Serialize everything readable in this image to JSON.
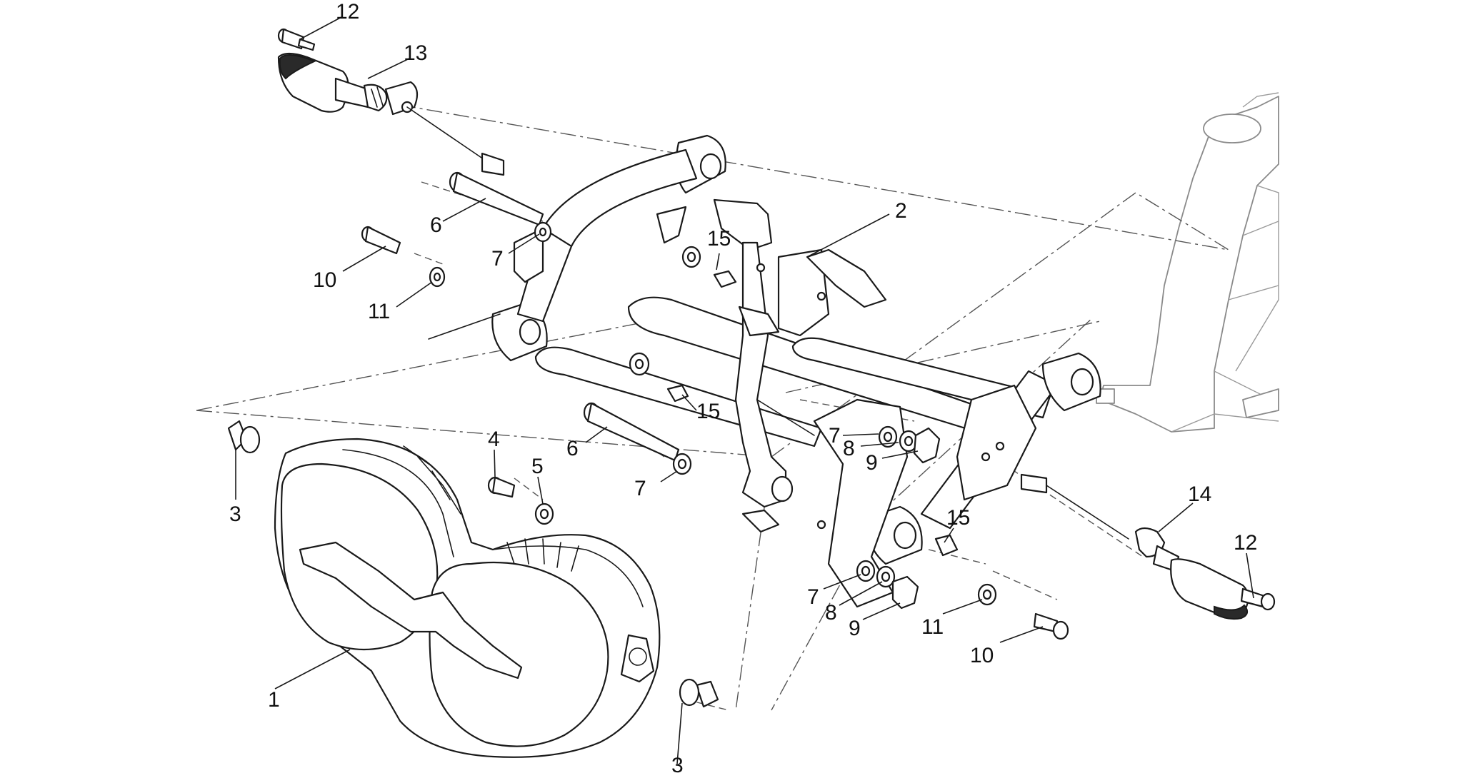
{
  "diagram": {
    "callouts": [
      {
        "id": "c12a",
        "label": "12"
      },
      {
        "id": "c13",
        "label": "13"
      },
      {
        "id": "c6a",
        "label": "6"
      },
      {
        "id": "c7a",
        "label": "7"
      },
      {
        "id": "c10a",
        "label": "10"
      },
      {
        "id": "c11a",
        "label": "11"
      },
      {
        "id": "c15a",
        "label": "15"
      },
      {
        "id": "c2",
        "label": "2"
      },
      {
        "id": "c15b",
        "label": "15"
      },
      {
        "id": "c6b",
        "label": "6"
      },
      {
        "id": "c4",
        "label": "4"
      },
      {
        "id": "c5",
        "label": "5"
      },
      {
        "id": "c3a",
        "label": "3"
      },
      {
        "id": "c7b",
        "label": "7"
      },
      {
        "id": "c7c",
        "label": "7"
      },
      {
        "id": "c8a",
        "label": "8"
      },
      {
        "id": "c9a",
        "label": "9"
      },
      {
        "id": "c15c",
        "label": "15"
      },
      {
        "id": "c14",
        "label": "14"
      },
      {
        "id": "c12b",
        "label": "12"
      },
      {
        "id": "c7d",
        "label": "7"
      },
      {
        "id": "c8b",
        "label": "8"
      },
      {
        "id": "c9b",
        "label": "9"
      },
      {
        "id": "c11b",
        "label": "11"
      },
      {
        "id": "c10b",
        "label": "10"
      },
      {
        "id": "c1",
        "label": "1"
      },
      {
        "id": "c3b",
        "label": "3"
      }
    ]
  }
}
